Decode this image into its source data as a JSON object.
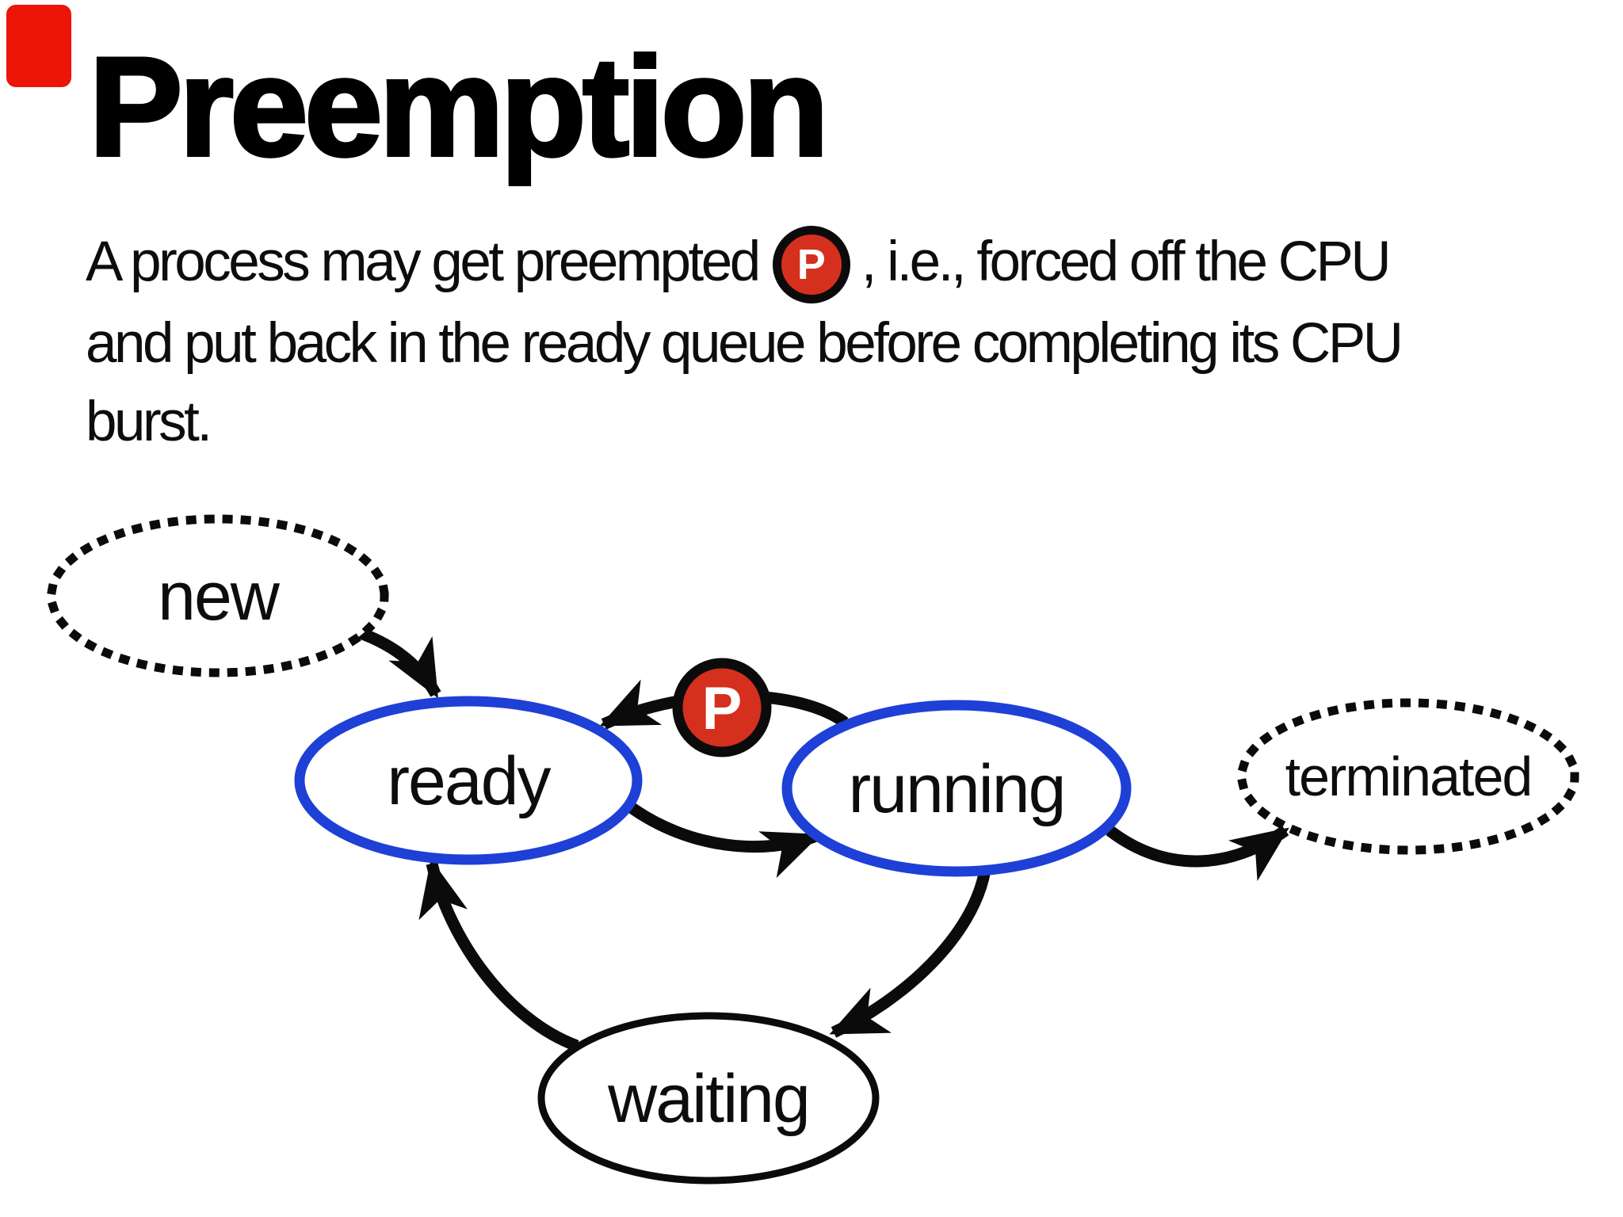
{
  "title": "Preemption",
  "body": {
    "line1_before_badge": "A process may get preempted",
    "line1_after_badge": ", i.e., forced off the CPU",
    "line2": "and put back in the ready queue before completing its CPU",
    "line3": "burst.",
    "inline_badge_letter": "P"
  },
  "diagram": {
    "states": [
      {
        "label": "new",
        "style": "dotted-black"
      },
      {
        "label": "ready",
        "style": "solid-blue-highlight"
      },
      {
        "label": "running",
        "style": "solid-blue-highlight"
      },
      {
        "label": "terminated",
        "style": "dotted-black"
      },
      {
        "label": "waiting",
        "style": "solid-black"
      }
    ],
    "preempt_badge_letter": "P",
    "transitions": [
      "new to ready",
      "running to ready (preempted)",
      "ready to running",
      "running to terminated",
      "running to waiting",
      "waiting to ready"
    ]
  },
  "colors": {
    "background": "#ffffff",
    "text": "#0d0d0d",
    "title": "#000000",
    "highlight_border_blue": "#1e40d6",
    "plain_border_black": "#0b0b0b",
    "badge_fill_red": "#d52f1e",
    "badge_ring_black": "#0b0b0b",
    "badge_letter_white": "#ffffff",
    "corner_marker_red": "#ec1508"
  }
}
